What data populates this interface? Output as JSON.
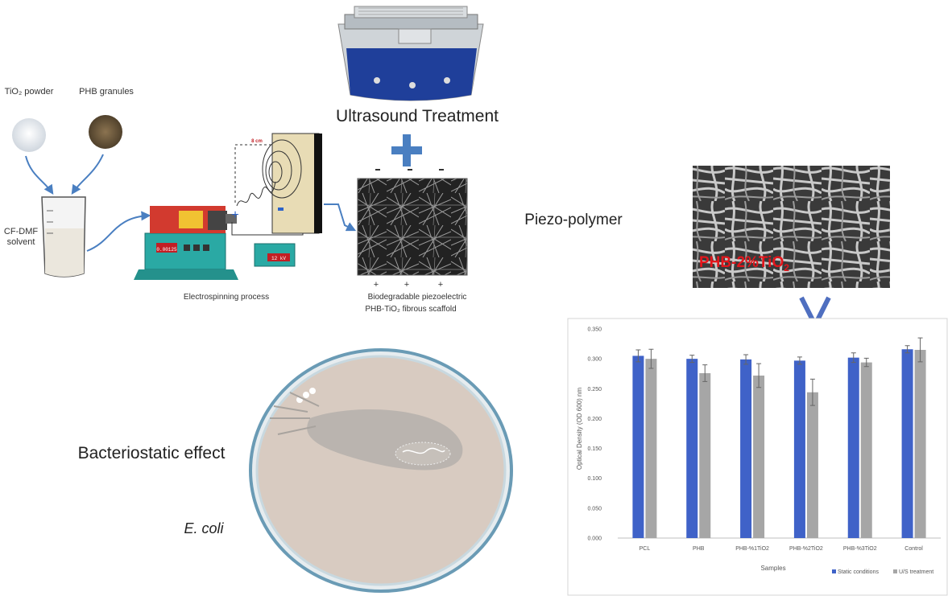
{
  "materials": {
    "tio2_label": "TiO₂ powder",
    "phb_label": "PHB granules",
    "solvent_label": "CF-DMF solvent"
  },
  "electrospinning": {
    "distance_label": "8 cm",
    "pump_display": "0.00125",
    "hv_display": "12 kV",
    "process_label": "Electrospinning process"
  },
  "ultrasound": {
    "title": "Ultrasound Treatment"
  },
  "scaffold": {
    "label_line1": "Biodegradable piezoelectric",
    "label_line2": "PHB-TiO₂ fibrous scaffold"
  },
  "piezo": {
    "label": "Piezo-polymer",
    "sem_label_main": "PHB-2%TiO",
    "sem_label_sub": "2"
  },
  "bacteria": {
    "effect_label": "Bacteriostatic effect",
    "species_label": "E. coli"
  },
  "colors": {
    "static_series": "#3f62c8",
    "us_series": "#a6a6a6",
    "arrow_blue": "#4a7fc1",
    "chevron_blue": "#4f6fc0",
    "sem_text": "#e4151b"
  },
  "chart_data": {
    "type": "bar",
    "categories": [
      "PCL",
      "PHB",
      "PHB-%1TiO2",
      "PHB-%2TiO2",
      "PHB-%3TiO2",
      "Control"
    ],
    "series": [
      {
        "name": "Static conditions",
        "values": [
          0.305,
          0.3,
          0.299,
          0.297,
          0.302,
          0.316
        ],
        "errors": [
          0.01,
          0.006,
          0.008,
          0.006,
          0.008,
          0.006
        ]
      },
      {
        "name": "U/S treatment",
        "values": [
          0.3,
          0.276,
          0.272,
          0.244,
          0.294,
          0.315
        ],
        "errors": [
          0.016,
          0.014,
          0.02,
          0.022,
          0.007,
          0.02
        ]
      }
    ],
    "yticks": [
      "0.000",
      "0.050",
      "0.100",
      "0.150",
      "0.200",
      "0.250",
      "0.300",
      "0.350"
    ],
    "ylim": [
      0,
      0.35
    ],
    "xlabel": "Samples",
    "ylabel": "Optical Density (OD 600) nm",
    "legend_position": "bottom-right",
    "grid": false
  }
}
